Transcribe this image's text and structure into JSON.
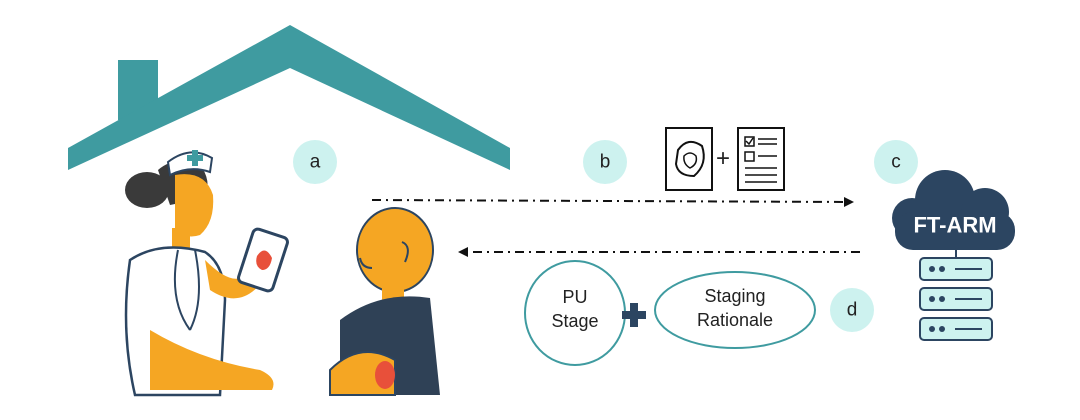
{
  "badges": {
    "a": "a",
    "b": "b",
    "c": "c",
    "d": "d"
  },
  "cloud": {
    "label": "FT-ARM"
  },
  "inputs": {
    "plus": "+"
  },
  "outputs": {
    "pu_line1": "PU",
    "pu_line2": "Stage",
    "rationale_line1": "Staging",
    "rationale_line2": "Rationale"
  },
  "colors": {
    "roof": "#3f9ba0",
    "badge": "#cdf2ef",
    "cloud": "#2c4561",
    "server": "#cdf2ef",
    "skin": "#f5a623",
    "shirt": "#2f4156",
    "cross": "#2c4561",
    "wound": "#e8503a"
  }
}
